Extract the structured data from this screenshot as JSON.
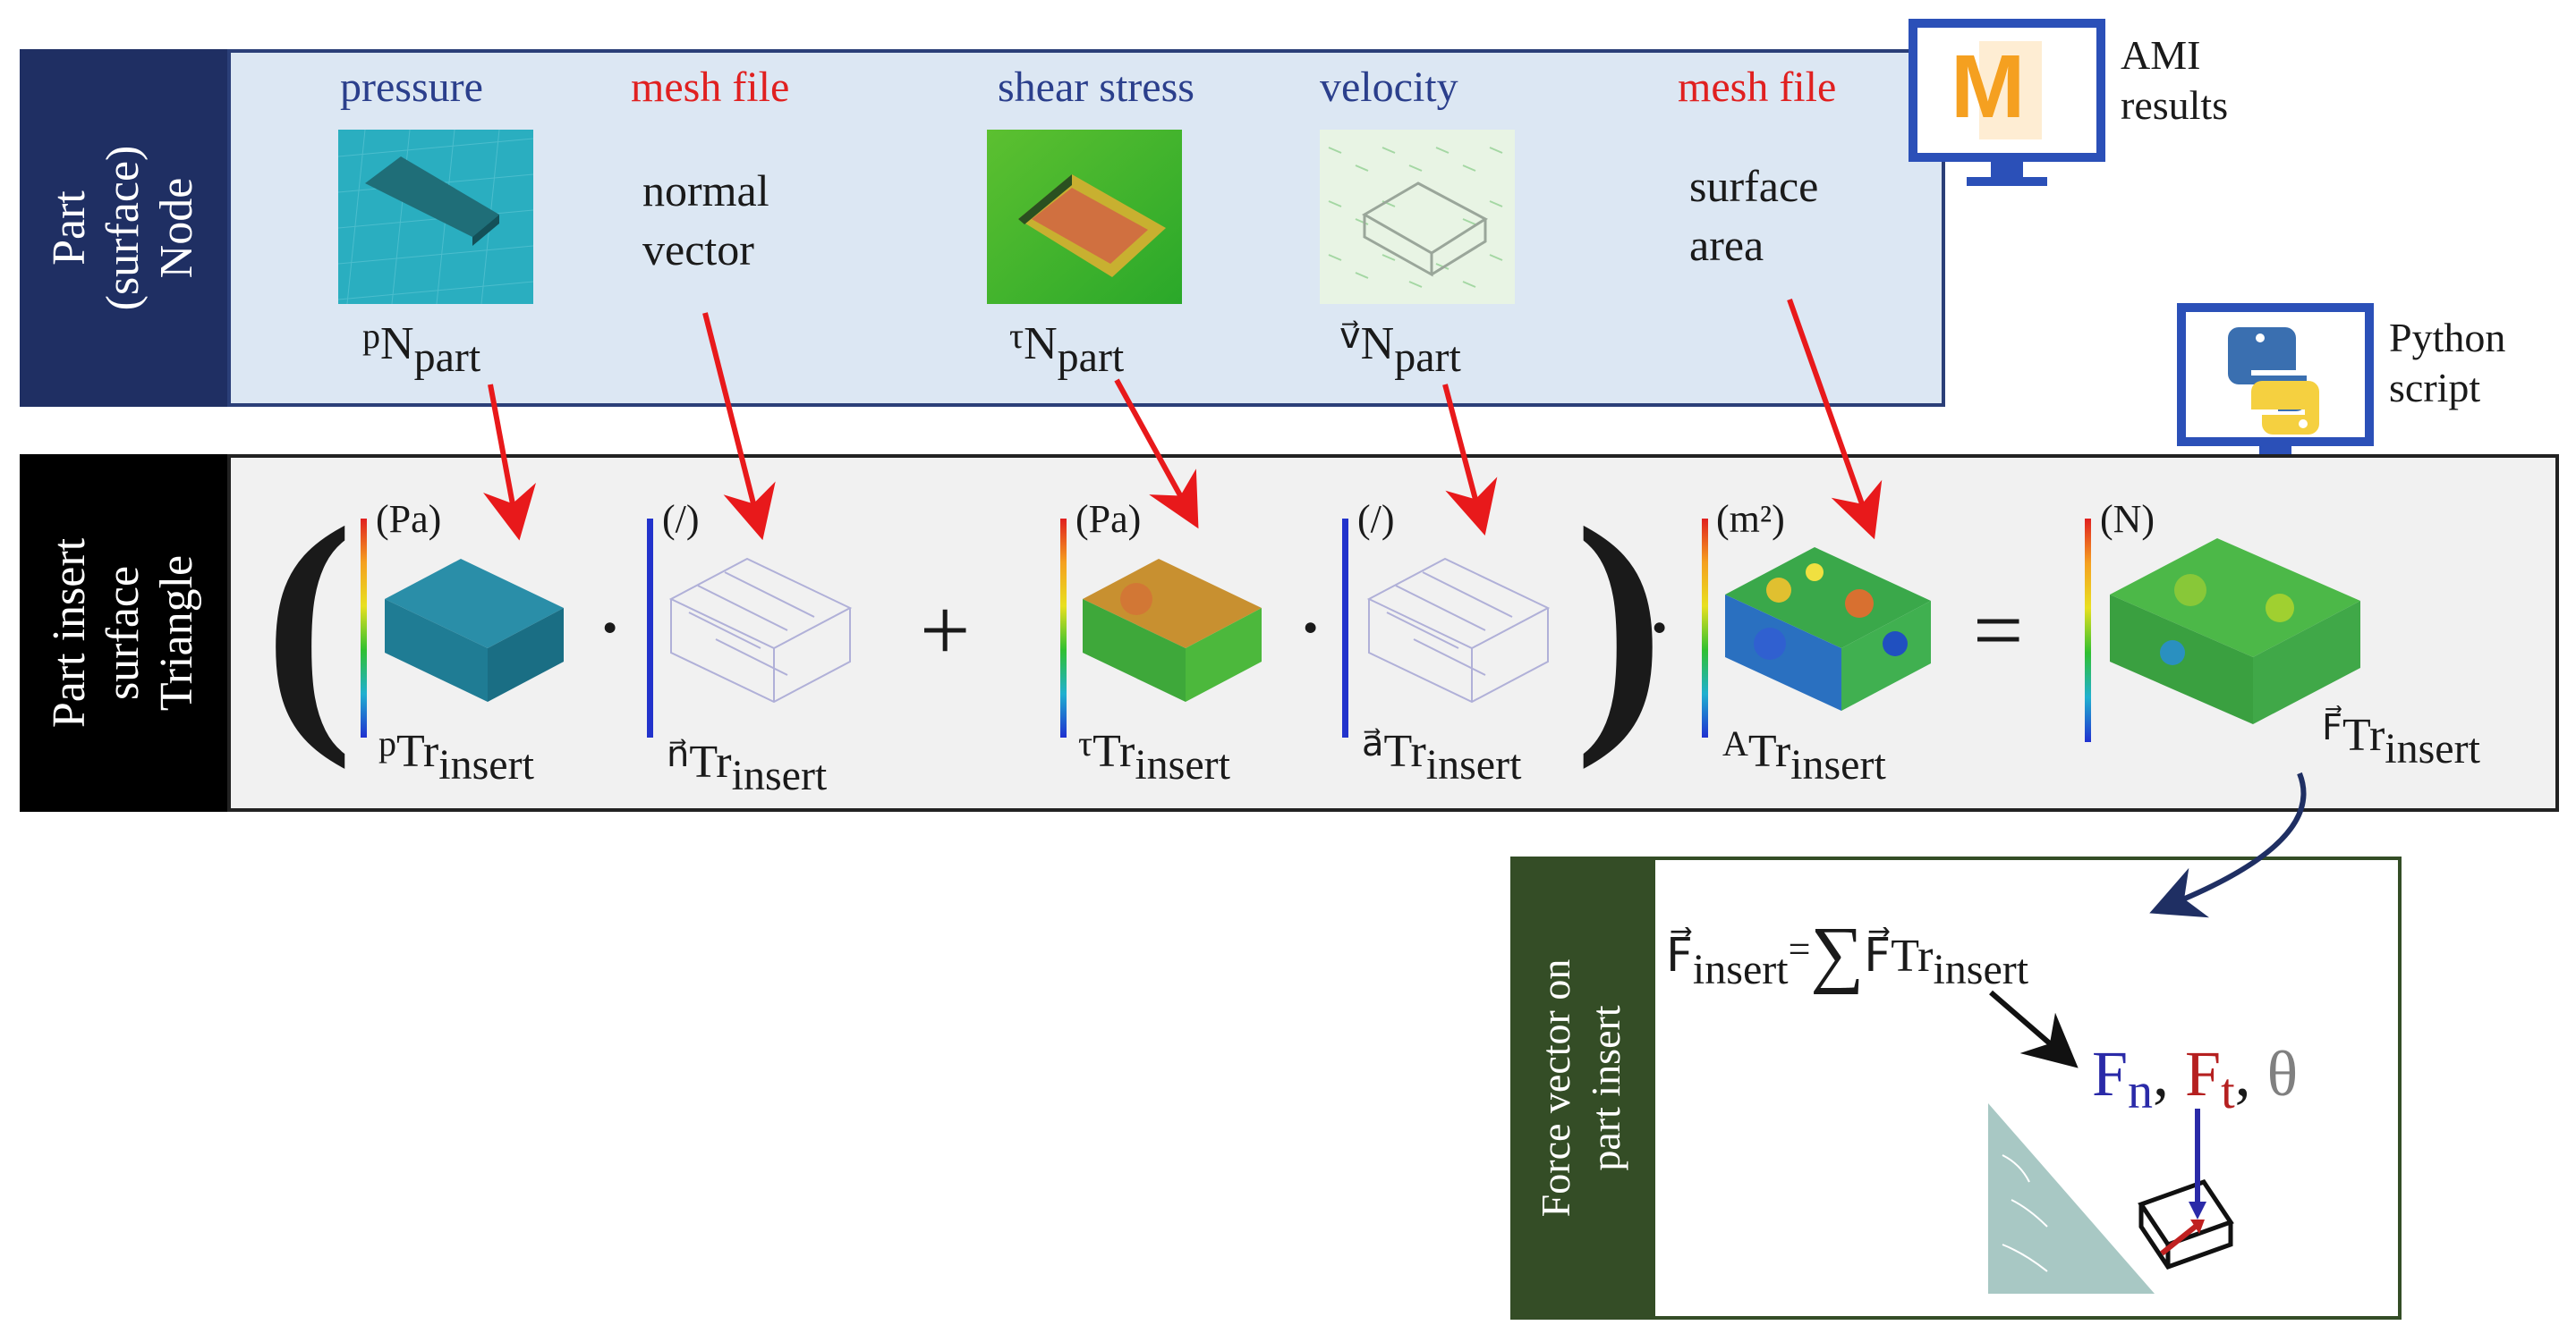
{
  "rows": {
    "node": {
      "label": "Part\n(surface)\nNode"
    },
    "triangle": {
      "label": "Part insert\nsurface\nTriangle"
    },
    "force": {
      "label": "Force vector on\npart insert"
    }
  },
  "headers": {
    "pressure": "pressure",
    "mesh_file_1": "mesh file",
    "shear_stress": "shear stress",
    "velocity": "velocity",
    "mesh_file_2": "mesh file"
  },
  "node_items": {
    "normal_vector": "normal\nvector",
    "surface_area": "surface\narea",
    "p_sup": "p",
    "p_base": "N",
    "p_sub": "part",
    "tau_sup": "τ",
    "tau_base": "N",
    "tau_sub": "part",
    "v_sup": "v⃗",
    "v_base": "N",
    "v_sub": "part"
  },
  "triangle_items": {
    "p": {
      "unit": "(Pa)",
      "sup": "p",
      "base": "Tr",
      "sub": "insert"
    },
    "n": {
      "unit": "(/)",
      "sup": "n⃗",
      "base": "Tr",
      "sub": "insert"
    },
    "tau": {
      "unit": "(Pa)",
      "sup": "τ",
      "base": "Tr",
      "sub": "insert"
    },
    "a": {
      "unit": "(/)",
      "sup": "a⃗",
      "base": "Tr",
      "sub": "insert"
    },
    "A": {
      "unit": "(m²)",
      "sup": "A",
      "base": "Tr",
      "sub": "insert"
    },
    "F": {
      "unit": "(N)",
      "sup": "F⃗",
      "base": "Tr",
      "sub": "insert"
    }
  },
  "operators": {
    "open_paren": "(",
    "dot": "·",
    "plus": "+",
    "close_paren": ")",
    "equals": "="
  },
  "force_box": {
    "lhs_base": "F⃗",
    "lhs_sub": "insert",
    "eq": "=",
    "sum": "∑",
    "rhs_sup": "F⃗",
    "rhs_base": "Tr",
    "rhs_sub": "insert",
    "fn": "F",
    "fn_sub": "n",
    "comma1": ",",
    "ft": "F",
    "ft_sub": "t",
    "comma2": ",",
    "theta": "θ"
  },
  "monitors": {
    "ami": {
      "label": "AMI\nresults",
      "logo": "M"
    },
    "python": {
      "label": "Python\nscript"
    }
  },
  "colors": {
    "header_blue": "#2b3f8c",
    "header_red": "#e02020",
    "arrow_red": "#e8191b",
    "navy": "#1f2f63",
    "fn_blue": "#2a2aa8",
    "ft_red": "#b52020",
    "theta_gray": "#808080",
    "green_side": "#344d26"
  }
}
